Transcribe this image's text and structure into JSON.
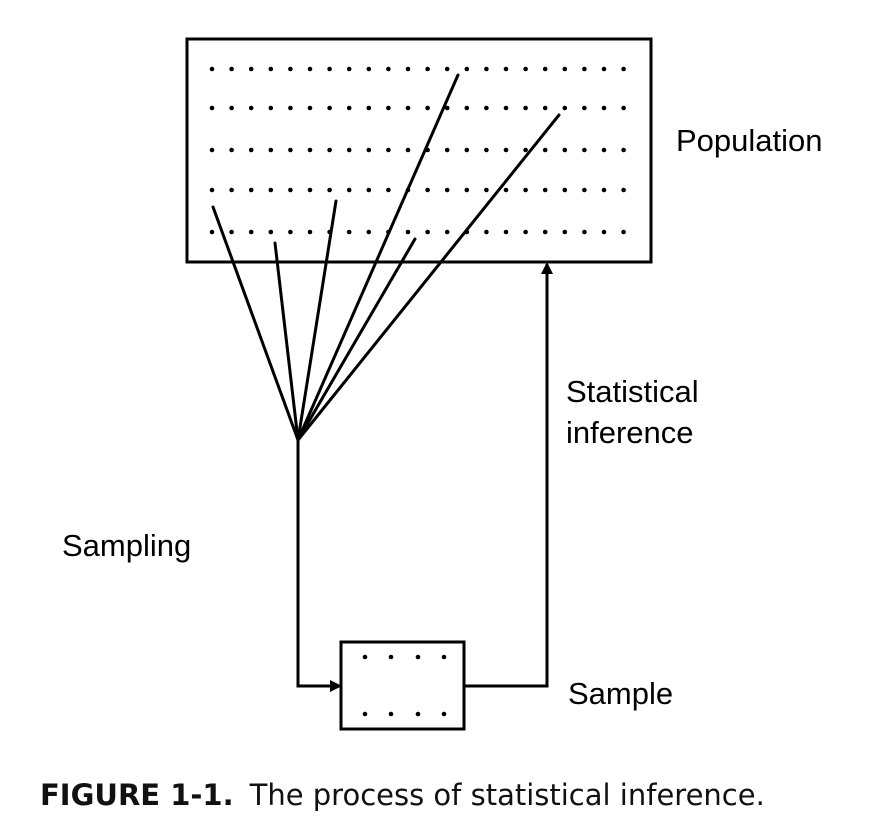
{
  "labels": {
    "population": "Population",
    "statistical_inference_line1": "Statistical",
    "statistical_inference_line2": "inference",
    "sampling": "Sampling",
    "sample": "Sample"
  },
  "caption": {
    "figure_number": "FIGURE 1-1.",
    "text": "The process of statistical inference."
  },
  "colors": {
    "ink": "#000000",
    "background": "#ffffff"
  }
}
